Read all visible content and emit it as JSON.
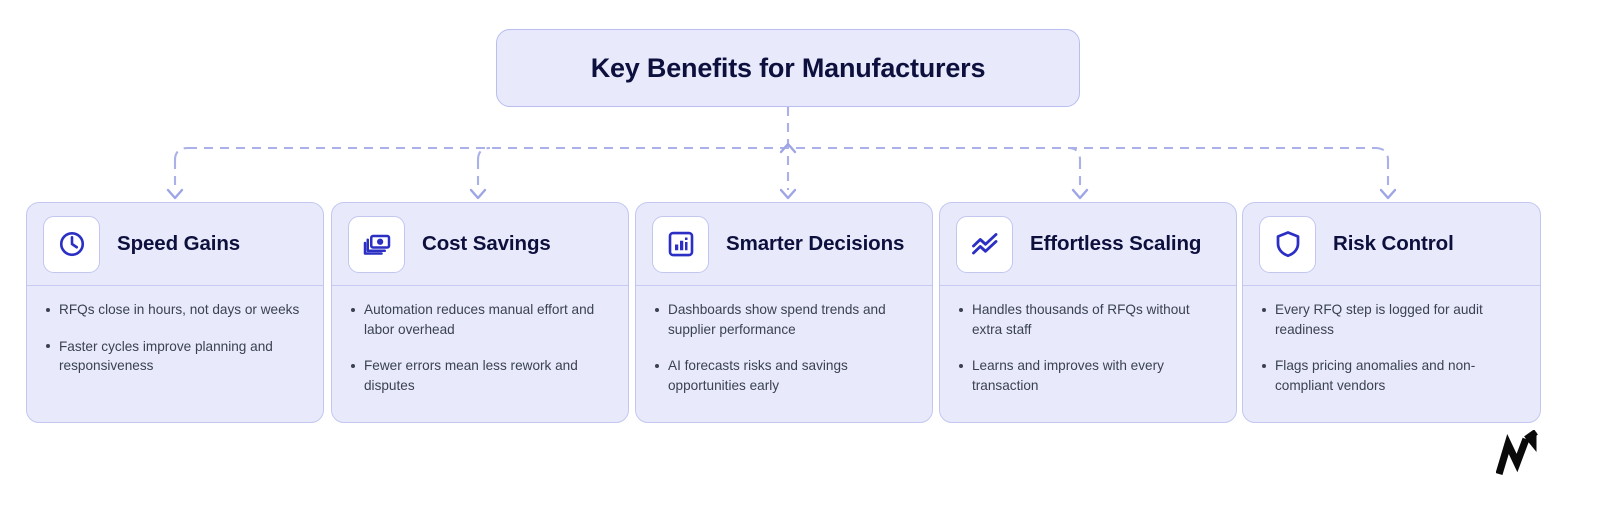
{
  "root": {
    "title": "Key Benefits for Manufacturers"
  },
  "colors": {
    "node_fill": "#e8eafc",
    "node_border": "#b9bdf0",
    "card_fill": "#e8eafc",
    "card_border": "#c3c7f0",
    "icon_color": "#2b2fc4",
    "title_color": "#0d0f3d",
    "body_text": "#3a4152",
    "connector": "#aab0e8",
    "icon_box_fill": "#ffffff"
  },
  "cards": [
    {
      "icon": "clock-icon",
      "title": "Speed Gains",
      "bullets": [
        "RFQs close in hours, not days or weeks",
        "Faster cycles improve planning and responsiveness"
      ]
    },
    {
      "icon": "banknotes-icon",
      "title": "Cost Savings",
      "bullets": [
        "Automation reduces manual effort and labor overhead",
        "Fewer errors mean less rework and disputes"
      ]
    },
    {
      "icon": "bar-chart-icon",
      "title": "Smarter Decisions",
      "bullets": [
        "Dashboards show spend trends and supplier performance",
        "AI forecasts risks and savings opportunities early"
      ]
    },
    {
      "icon": "trending-up-icon",
      "title": "Effortless Scaling",
      "bullets": [
        "Handles thousands of RFQs without extra staff",
        "Learns and improves with every transaction"
      ]
    },
    {
      "icon": "shield-icon",
      "title": "Risk Control",
      "bullets": [
        "Every RFQ step is logged for audit readiness",
        "Flags pricing anomalies and non-compliant vendors"
      ]
    }
  ],
  "logo": {
    "name": "brand-m-arrow-logo"
  }
}
